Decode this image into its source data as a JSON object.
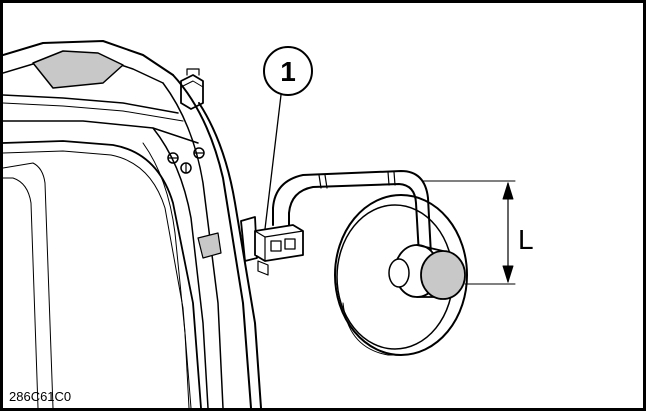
{
  "figure": {
    "callout_number": "1",
    "dimension_label": "L",
    "figure_code": "286C61C0"
  },
  "colors": {
    "line": "#000000",
    "shade": "#c8c8c8",
    "background": "#ffffff"
  }
}
